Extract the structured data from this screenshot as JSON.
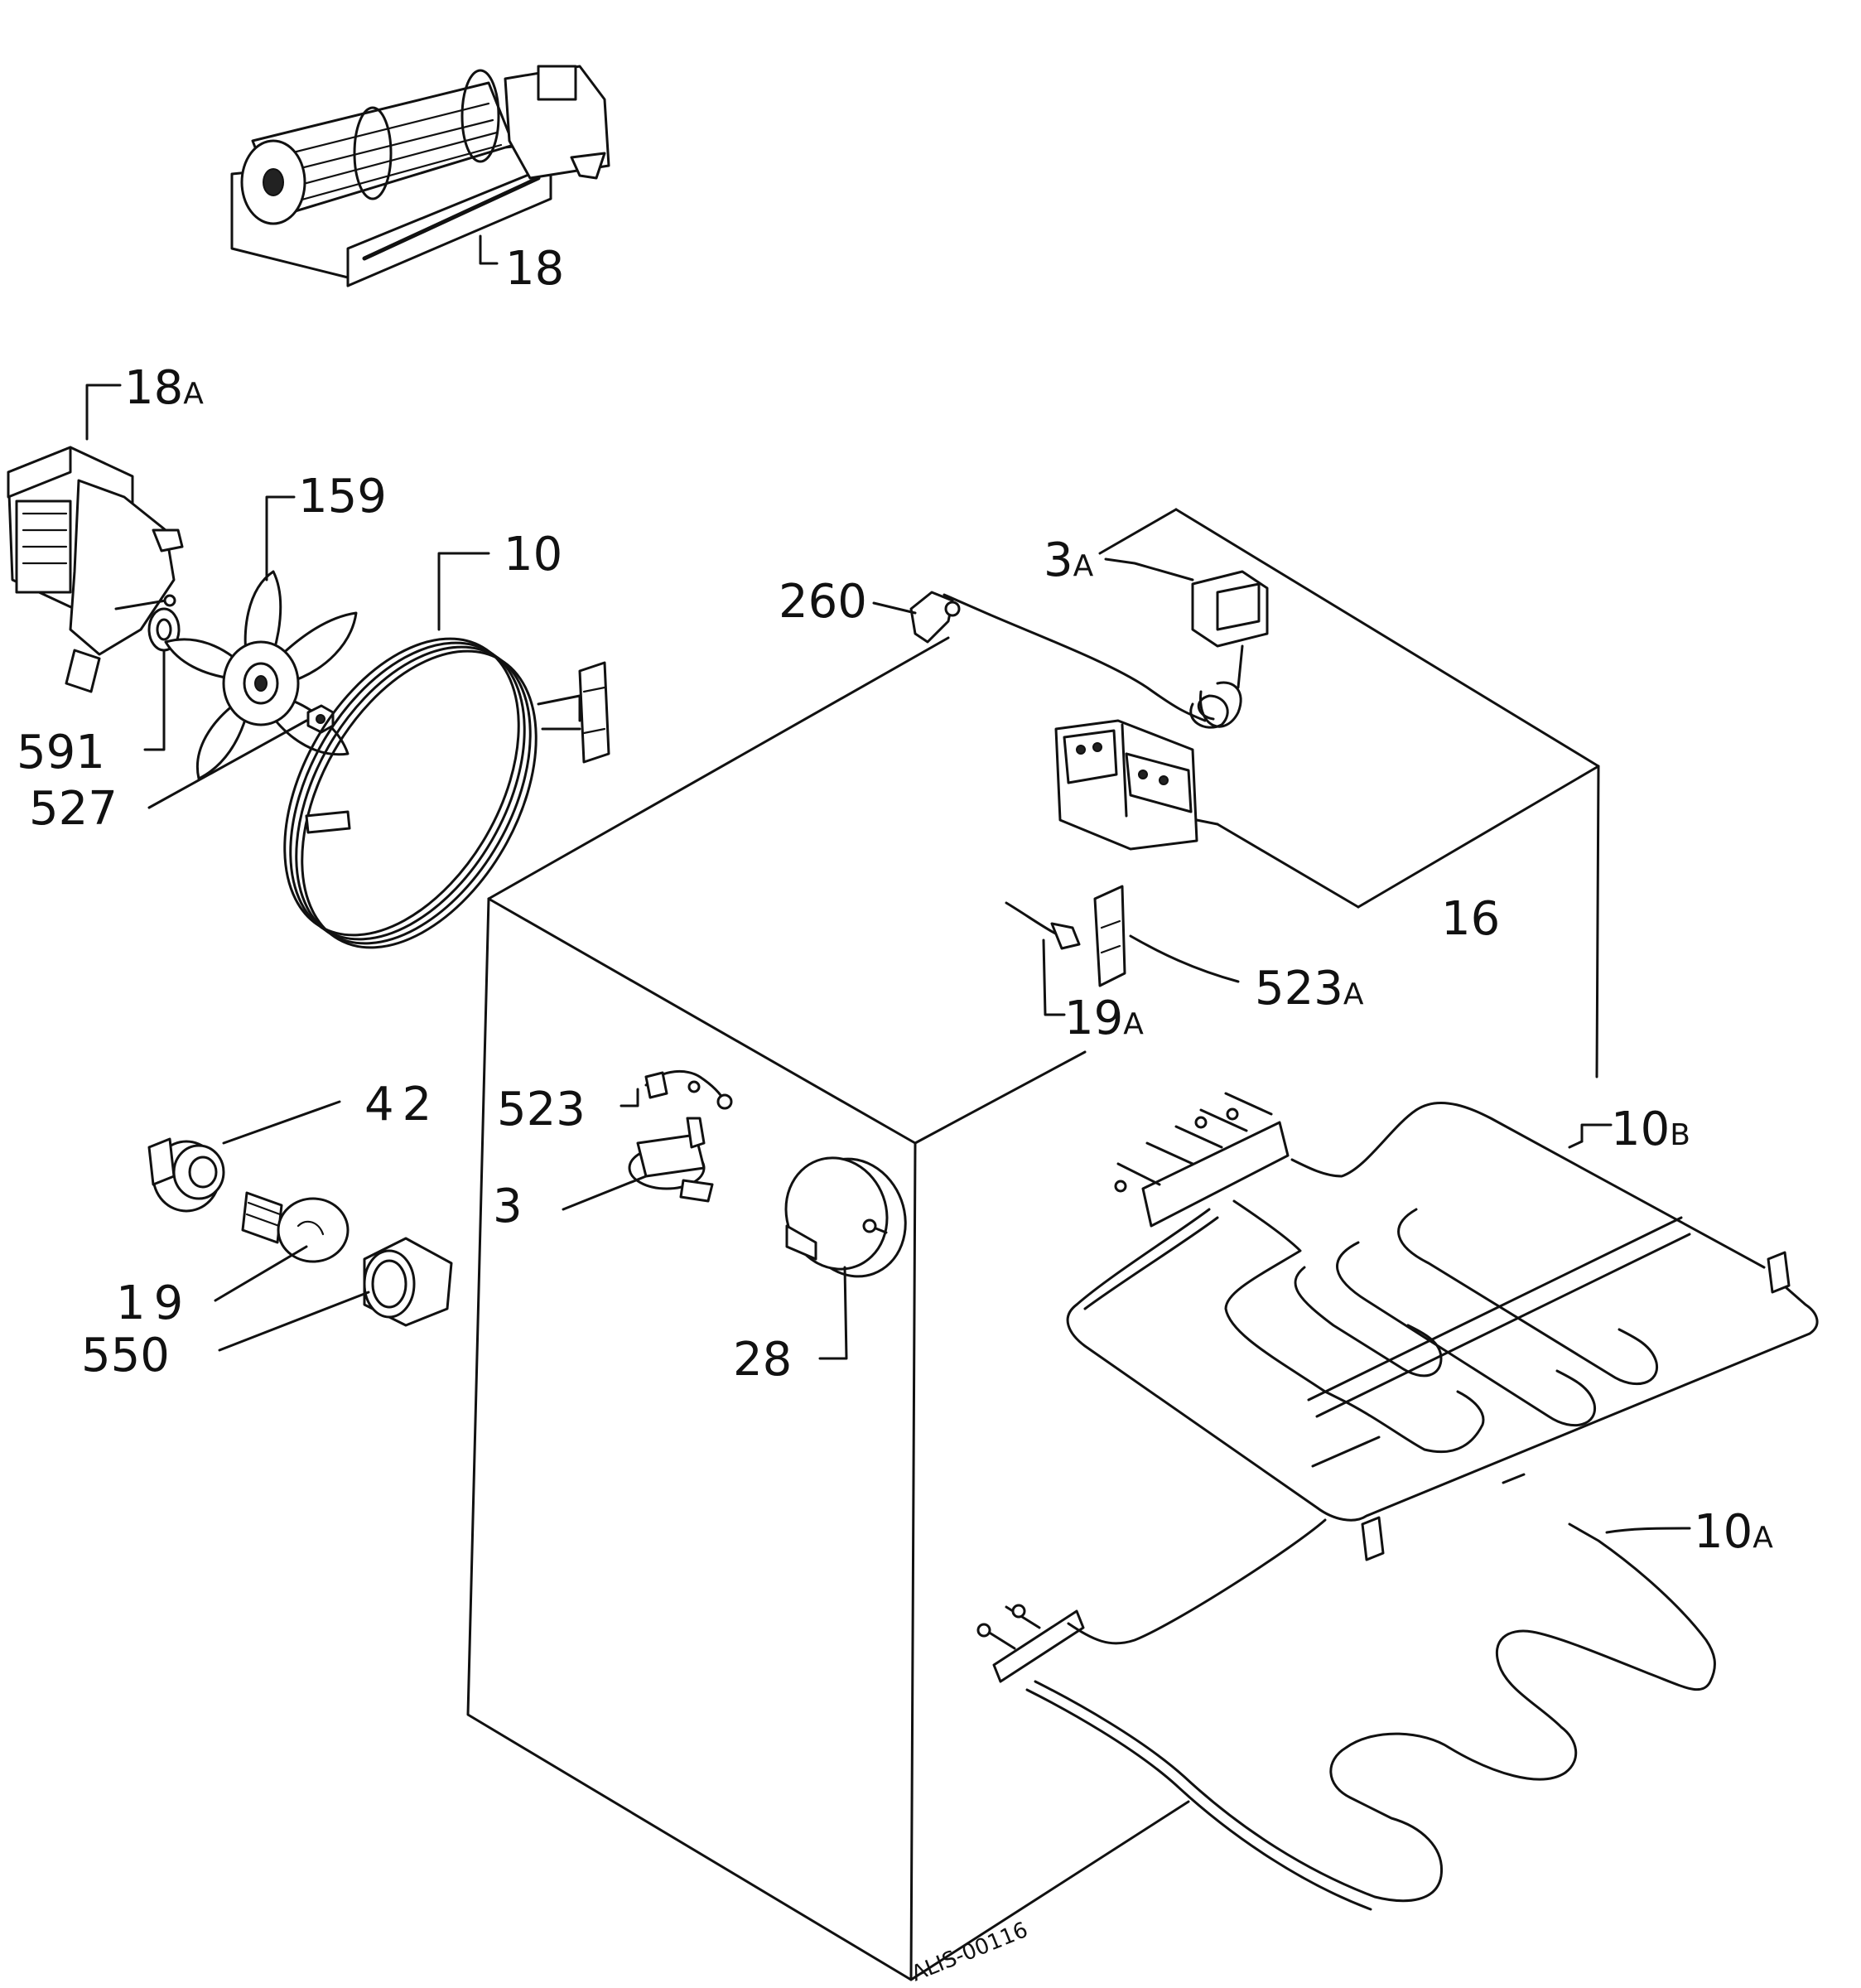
{
  "labels": {
    "p18": {
      "num": "18",
      "suffix": ""
    },
    "p18a": {
      "num": "18",
      "suffix": "A"
    },
    "p159": {
      "num": "159",
      "suffix": ""
    },
    "p10": {
      "num": "10",
      "suffix": ""
    },
    "p591": {
      "num": "591",
      "suffix": ""
    },
    "p527": {
      "num": "527",
      "suffix": ""
    },
    "p260": {
      "num": "260",
      "suffix": ""
    },
    "p3a": {
      "num": "3",
      "suffix": "A"
    },
    "p16": {
      "num": "16",
      "suffix": ""
    },
    "p523a": {
      "num": "523",
      "suffix": "A"
    },
    "p19a": {
      "num": "19",
      "suffix": "A"
    },
    "p42": {
      "num": "42",
      "suffix": ""
    },
    "p523": {
      "num": "523",
      "suffix": ""
    },
    "p3": {
      "num": "3",
      "suffix": ""
    },
    "p10b": {
      "num": "10",
      "suffix": "B"
    },
    "p19": {
      "num": "19",
      "suffix": ""
    },
    "p550": {
      "num": "550",
      "suffix": ""
    },
    "p28": {
      "num": "28",
      "suffix": ""
    },
    "p10a": {
      "num": "10",
      "suffix": "A"
    }
  },
  "drawing_code": "ALIS-00116"
}
